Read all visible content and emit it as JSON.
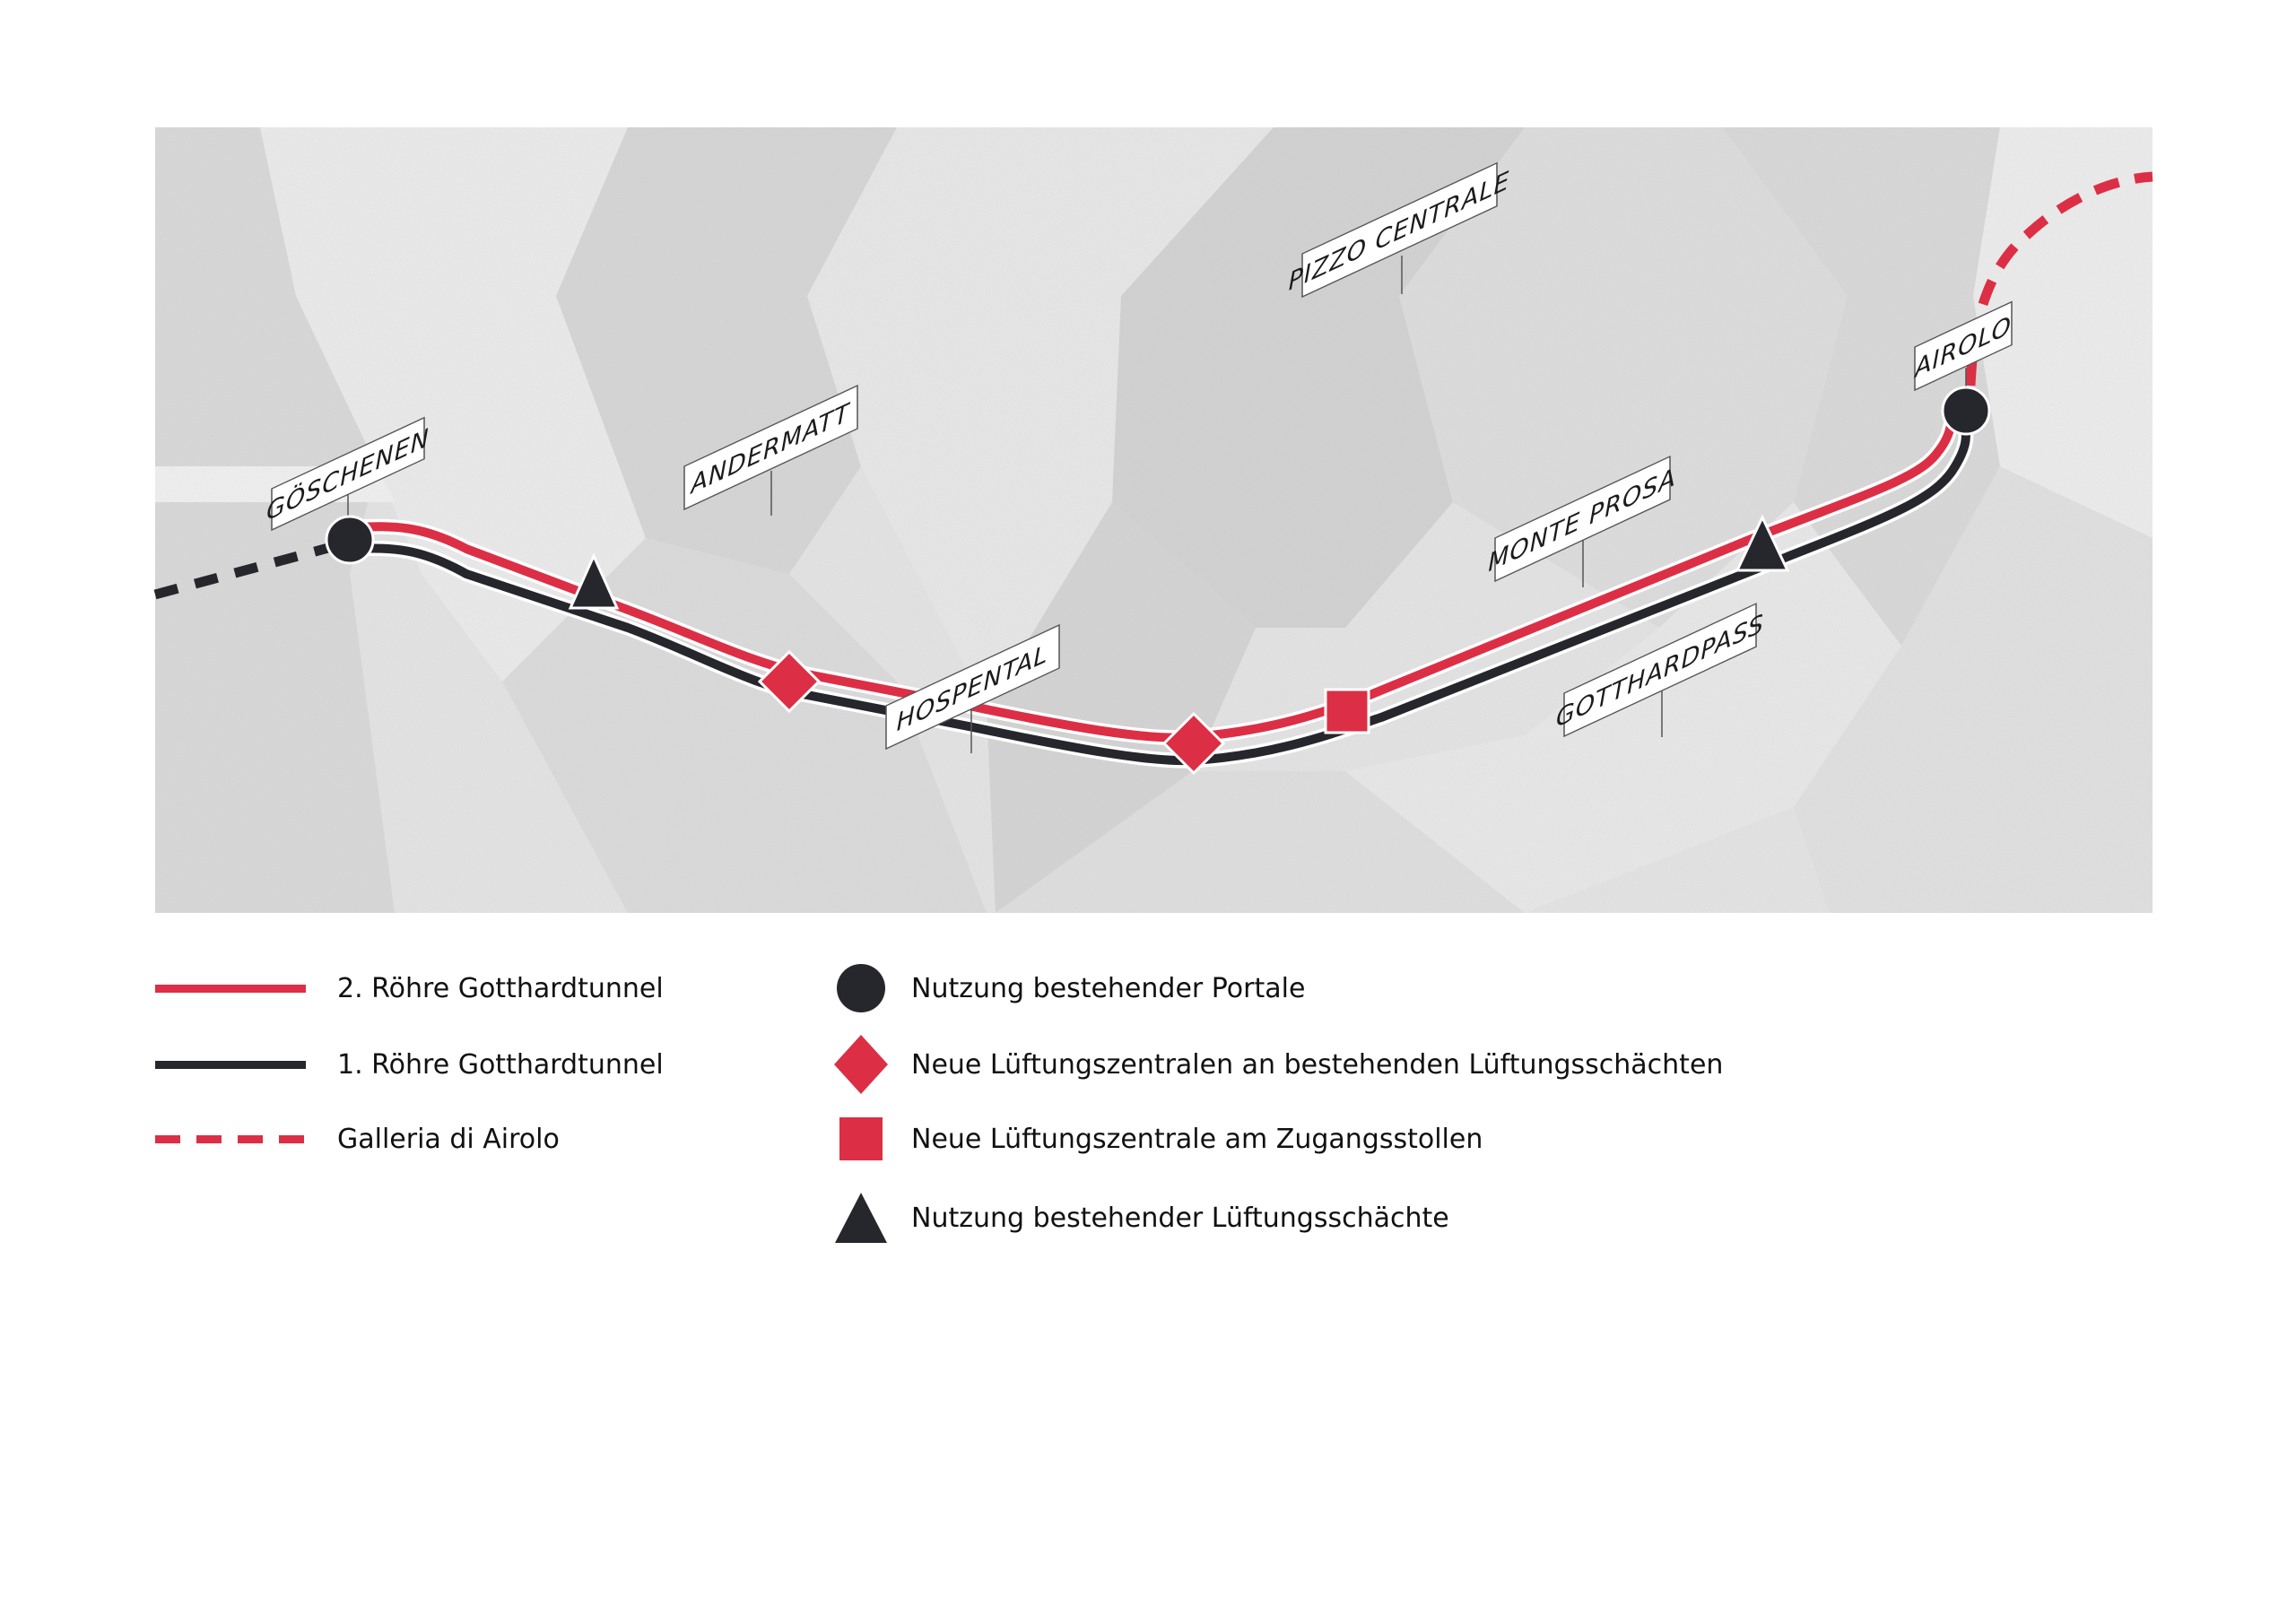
{
  "map": {
    "locations": [
      {
        "id": "goeschenen",
        "label": "GÖSCHENEN"
      },
      {
        "id": "andermatt",
        "label": "ANDERMATT"
      },
      {
        "id": "hospental",
        "label": "HOSPENTAL"
      },
      {
        "id": "pizzo_centrale",
        "label": "PIZZO CENTRALE"
      },
      {
        "id": "monte_prosa",
        "label": "MONTE PROSA"
      },
      {
        "id": "gotthardpass",
        "label": "GOTTHARDPASS"
      },
      {
        "id": "airolo",
        "label": "AIROLO"
      }
    ],
    "markers": [
      {
        "type": "circle",
        "at": "Göschenen portal"
      },
      {
        "type": "triangle",
        "at": "between Göschenen and Andermatt"
      },
      {
        "type": "diamond",
        "at": "before Hospental"
      },
      {
        "type": "diamond",
        "at": "lowest point after Hospental"
      },
      {
        "type": "square",
        "at": "access tunnel"
      },
      {
        "type": "triangle",
        "at": "near Monte Prosa"
      },
      {
        "type": "circle",
        "at": "Airolo portal"
      }
    ]
  },
  "colors": {
    "red": "#dc2f45",
    "dark": "#26272d",
    "map_bg": "#e9e9e9"
  },
  "legend": {
    "lines": [
      {
        "label": "2. Röhre Gotthardtunnel",
        "style": "solid-red"
      },
      {
        "label": "1. Röhre Gotthardtunnel",
        "style": "solid-dark"
      },
      {
        "label": "Galleria di Airolo",
        "style": "dashed-red"
      }
    ],
    "symbols": [
      {
        "label": "Nutzung bestehender Portale",
        "symbol": "circle-dark"
      },
      {
        "label": "Neue Lüftungszentralen an bestehenden Lüftungsschächten",
        "symbol": "diamond-red"
      },
      {
        "label": "Neue Lüftungszentrale am Zugangsstollen",
        "symbol": "square-red"
      },
      {
        "label": "Nutzung bestehender Lüftungsschächte",
        "symbol": "triangle-dark"
      }
    ]
  }
}
